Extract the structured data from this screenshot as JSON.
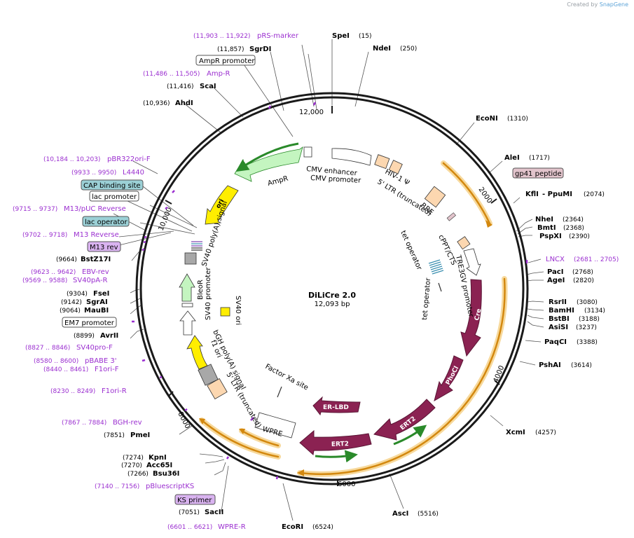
{
  "watermark": {
    "prefix": "Created by",
    "brand": "SnapGene"
  },
  "center": {
    "name": "DiLiCre 2.0",
    "size": "12,093 bp"
  },
  "ticks": [
    "2000",
    "4000",
    "6000",
    "8000",
    "10,000",
    "12,000"
  ],
  "sites": {
    "spei": {
      "name": "SpeI",
      "coord": "(15)"
    },
    "ndei": {
      "name": "NdeI",
      "coord": "(250)"
    },
    "econi": {
      "name": "EcoNI",
      "coord": "(1310)"
    },
    "alei": {
      "name": "AleI",
      "coord": "(1717)"
    },
    "kfli": {
      "name": "KflI",
      "coord": "- PpuMI",
      "coord2": "(2074)"
    },
    "nhei": {
      "name": "NheI",
      "coord": "(2364)"
    },
    "bmti": {
      "name": "BmtI",
      "coord": "(2368)"
    },
    "pspxi": {
      "name": "PspXI",
      "coord": "(2390)"
    },
    "paci": {
      "name": "PacI",
      "coord": "(2768)"
    },
    "agei": {
      "name": "AgeI",
      "coord": "(2820)"
    },
    "rsrii": {
      "name": "RsrII",
      "coord": "(3080)"
    },
    "bamhi": {
      "name": "BamHI",
      "coord": "(3134)"
    },
    "bstbi": {
      "name": "BstBI",
      "coord": "(3188)"
    },
    "asisi": {
      "name": "AsiSI",
      "coord": "(3237)"
    },
    "paqci": {
      "name": "PaqCI",
      "coord": "(3388)"
    },
    "pshai": {
      "name": "PshAI",
      "coord": "(3614)"
    },
    "xcmi": {
      "name": "XcmI",
      "coord": "(4257)"
    },
    "asci": {
      "name": "AscI",
      "coord": "(5516)"
    },
    "ecori": {
      "name": "EcoRI",
      "coord": "(6524)"
    },
    "sacii": {
      "name": "SacII",
      "coord": "(7051)"
    },
    "bsu36i": {
      "name": "Bsu36I",
      "coord": "(7266)"
    },
    "acc65i": {
      "name": "Acc65I",
      "coord": "(7270)"
    },
    "kpni": {
      "name": "KpnI",
      "coord": "(7274)"
    },
    "pmei": {
      "name": "PmeI",
      "coord": "(7851)"
    },
    "avrii": {
      "name": "AvrII",
      "coord": "(8899)"
    },
    "maubi": {
      "name": "MauBI",
      "coord": "(9064)"
    },
    "sgrai": {
      "name": "SgrAI",
      "coord": "(9142)"
    },
    "fsei": {
      "name": "FseI",
      "coord": "(9304)"
    },
    "bstz17i": {
      "name": "BstZ17I",
      "coord": "(9664)"
    },
    "ahdi": {
      "name": "AhdI",
      "coord": "(10,936)"
    },
    "scai": {
      "name": "ScaI",
      "coord": "(11,416)"
    },
    "sgrdi": {
      "name": "SgrDI",
      "coord": "(11,857)"
    }
  },
  "primers": {
    "prs": {
      "coord": "(11,903 .. 11,922)",
      "name": "pRS-marker"
    },
    "ampr": {
      "coord": "(11,486 .. 11,505)",
      "name": "Amp-R"
    },
    "pbr": {
      "coord": "(10,184 .. 10,203)",
      "name": "pBR322ori-F"
    },
    "l4440": {
      "coord": "(9933 .. 9950)",
      "name": "L4440"
    },
    "m13puc": {
      "coord": "(9715 .. 9737)",
      "name": "M13/pUC Reverse"
    },
    "m13r": {
      "coord": "(9702 .. 9718)",
      "name": "M13 Reverse"
    },
    "ebv": {
      "coord": "(9623 .. 9642)",
      "name": "EBV-rev"
    },
    "sv40pa": {
      "coord": "(9569 .. 9588)",
      "name": "SV40pA-R"
    },
    "sv40pro": {
      "coord": "(8827 .. 8846)",
      "name": "SV40pro-F"
    },
    "pbabe": {
      "coord": "(8580 .. 8600)",
      "name": "pBABE 3'"
    },
    "f1orif": {
      "coord": "(8440 .. 8461)",
      "name": "F1ori-F"
    },
    "f1orir": {
      "coord": "(8230 .. 8249)",
      "name": "F1ori-R"
    },
    "bgh": {
      "coord": "(7867 .. 7884)",
      "name": "BGH-rev"
    },
    "pbks": {
      "coord": "(7140 .. 7156)",
      "name": "pBluescriptKS"
    },
    "wpre": {
      "coord": "(6601 .. 6621)",
      "name": "WPRE-R"
    },
    "lncx": {
      "name": "LNCX",
      "coord": "(2681 .. 2705)"
    }
  },
  "boxes": {
    "amprpromoter": "AmpR promoter",
    "cap": "CAP binding site",
    "lacpromoter": "lac promoter",
    "lacoperator": "lac operator",
    "m13rev": "M13 rev",
    "em7": "EM7 promoter",
    "ks": "KS primer",
    "gp41": "gp41 peptide"
  },
  "features": {
    "cmvenh": "CMV enhancer",
    "cmvprom": "CMV promoter",
    "hiv": "HIV-1 Ψ",
    "ltr5": "5' LTR (truncated)",
    "rre": "RRE",
    "cppt": "cPPT/CTS",
    "tre3g": "TRE3GV promoter",
    "tetop1": "tet operator",
    "tetop2": "tet operator",
    "cre": "Cre",
    "phoci": "PhoCl",
    "ert2a": "ERT2",
    "ert2b": "ERT2",
    "erlbd": "ER-LBD",
    "factorxa": "Factor Xa site",
    "wpre": "WPRE",
    "ltr5b": "5' LTR (truncated)",
    "bghpa": "bGH poly(A) signal",
    "f1ori": "f1 ori",
    "sv40ori": "SV40 ori",
    "sv40prom": "SV40 promoter",
    "bleor": "BleoR",
    "sv40pa": "SV40 poly(A) signal",
    "ori": "ori",
    "ampr": "AmpR"
  },
  "colors": {
    "ring": "#1a1a1a",
    "site_text": "#000000",
    "primer": "#9b2fd0",
    "cds": "#8b2252",
    "promoter": "#ffffff",
    "ampr": "#c4f5c0",
    "ori": "#ffee00",
    "ltr": "#fcd7b0",
    "misc": "#999999",
    "orf": "#f0a830",
    "lac_operator": "#9bd0d6",
    "m13rev": "#d9b3f0",
    "gp41": "#e2c4cc"
  }
}
